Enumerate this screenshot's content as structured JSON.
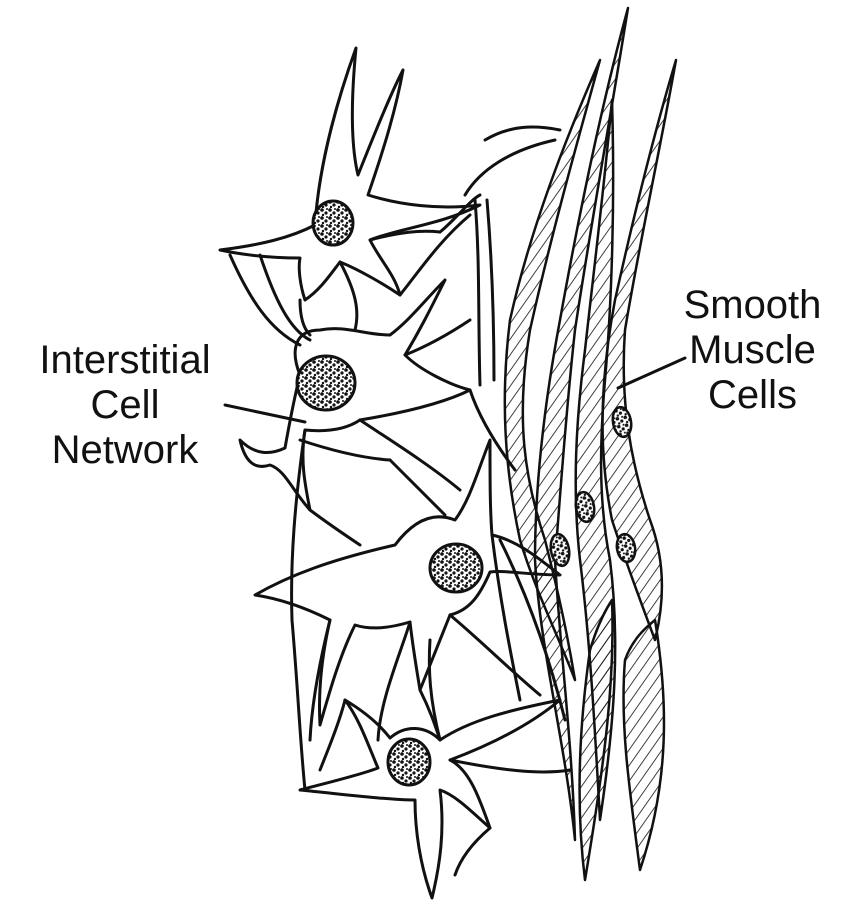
{
  "labels": {
    "interstitial": [
      "Interstitial",
      "Cell",
      "Network"
    ],
    "smooth_muscle": [
      "Smooth",
      "Muscle",
      "Cells"
    ]
  },
  "colors": {
    "ink": "#111111",
    "paper": "#ffffff"
  }
}
